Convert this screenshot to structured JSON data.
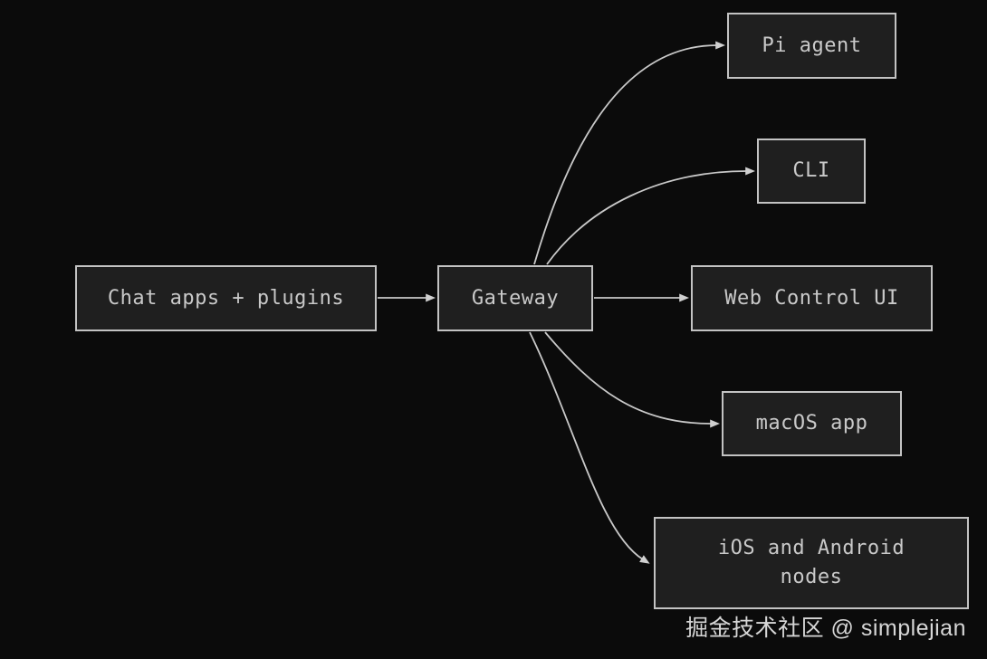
{
  "diagram": {
    "nodes": {
      "chat_apps": {
        "label": "Chat apps + plugins"
      },
      "gateway": {
        "label": "Gateway"
      },
      "pi_agent": {
        "label": "Pi agent"
      },
      "cli": {
        "label": "CLI"
      },
      "web_control_ui": {
        "label": "Web Control UI"
      },
      "macos_app": {
        "label": "macOS app"
      },
      "mobile_nodes": {
        "label": "iOS and Android\nnodes"
      }
    },
    "edges": [
      {
        "from": "Chat apps + plugins",
        "to": "Gateway"
      },
      {
        "from": "Gateway",
        "to": "Pi agent"
      },
      {
        "from": "Gateway",
        "to": "CLI"
      },
      {
        "from": "Gateway",
        "to": "Web Control UI"
      },
      {
        "from": "Gateway",
        "to": "macOS app"
      },
      {
        "from": "Gateway",
        "to": "iOS and Android nodes"
      }
    ],
    "colors": {
      "background": "#0b0b0b",
      "node_fill": "#1f1f1f",
      "node_border": "#c3c3c3",
      "node_text": "#c9c9c9",
      "edge_stroke": "#c9c9c9",
      "arrowhead": "#d0d0d0"
    }
  },
  "watermark": {
    "text": "掘金技术社区 @ simplejian"
  }
}
